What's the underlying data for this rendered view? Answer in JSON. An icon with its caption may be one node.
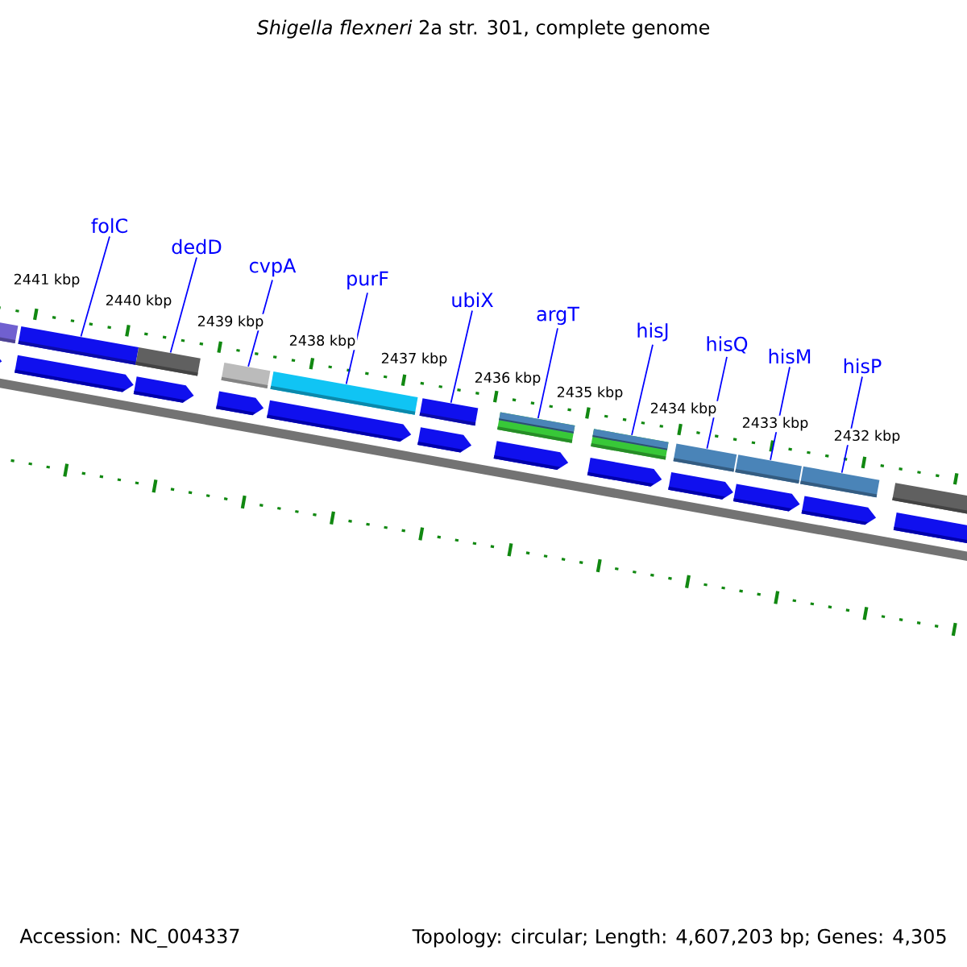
{
  "diagram": {
    "title": "*Shigella flexneri* 2a str. 301, complete genome",
    "nodes": [
      {
        "text": [
          "folC"
        ]
      },
      {
        "text": [
          "dedD"
        ]
      },
      {
        "text": [
          "cvpA"
        ]
      },
      {
        "text": [
          "purF"
        ]
      },
      {
        "text": [
          "ubiX"
        ]
      },
      {
        "text": [
          "argT"
        ]
      },
      {
        "text": [
          "hisJ"
        ]
      },
      {
        "text": [
          "hisQ"
        ]
      },
      {
        "text": [
          "hisM"
        ]
      },
      {
        "text": [
          "hisP"
        ]
      },
      {
        "text": [],
        "shape": "bar"
      },
      {
        "text": [],
        "shape": "bar"
      },
      {
        "text": [],
        "shape": "bar"
      },
      {
        "text": [],
        "shape": "bar"
      },
      {
        "text": [],
        "shape": "bar"
      },
      {
        "text": [],
        "shape": "bar"
      },
      {
        "text": [],
        "shape": "bar"
      },
      {
        "text": [],
        "shape": "bar"
      },
      {
        "text": [],
        "shape": "bar"
      },
      {
        "text": [],
        "shape": "bar"
      }
    ],
    "edges": [
      {
        "from": 0,
        "to": 10,
        "arrow": "none"
      },
      {
        "from": 1,
        "to": 11,
        "arrow": "none"
      },
      {
        "from": 2,
        "to": 12,
        "arrow": "none"
      },
      {
        "from": 3,
        "to": 13,
        "arrow": "none"
      },
      {
        "from": 4,
        "to": 14,
        "arrow": "none"
      },
      {
        "from": 5,
        "to": 15,
        "arrow": "none"
      },
      {
        "from": 6,
        "to": 16,
        "arrow": "none"
      },
      {
        "from": 7,
        "to": 17,
        "arrow": "none"
      },
      {
        "from": 8,
        "to": 18,
        "arrow": "none"
      },
      {
        "from": 9,
        "to": 19,
        "arrow": "none"
      }
    ],
    "labels": [
      "2441 kbp",
      "2440 kbp",
      "2439 kbp",
      "2438 kbp",
      "2437 kbp",
      "2436 kbp",
      "2435 kbp",
      "2434 kbp",
      "2433 kbp",
      "2432 kbp",
      "Accession: NC_004337",
      "Topology: circular; Length: 4,607,203 bp; Genes: 4,305"
    ]
  }
}
